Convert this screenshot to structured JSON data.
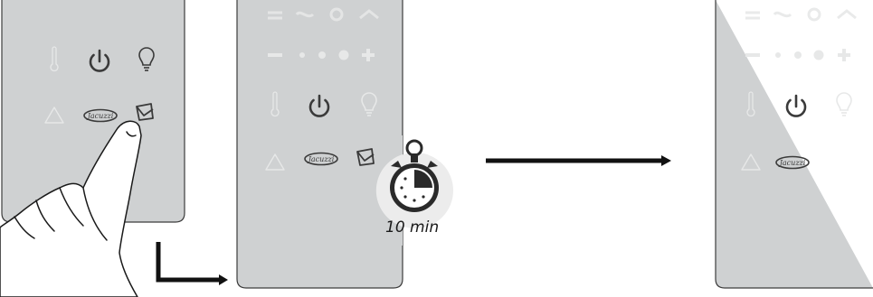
{
  "timer": {
    "label": "10 min",
    "fraction_elapsed": 0.25
  },
  "brand_logo": "Jacuzzi",
  "icons": {
    "power": "power-icon",
    "light": "bulb-icon",
    "temperature": "thermometer-icon",
    "alarm": "warning-triangle-icon",
    "cleaning": "brush-icon",
    "minus": "minus-icon",
    "plus": "plus-icon",
    "stopwatch": "stopwatch-icon",
    "hand": "hand-icon"
  },
  "colors": {
    "panel": "#cfd1d2",
    "panel_border": "#3c3c3c",
    "icon_active": "#3a3a3a",
    "icon_dim": "#e7e8e8",
    "arrow": "#111111",
    "timer_halo": "#ececec"
  }
}
